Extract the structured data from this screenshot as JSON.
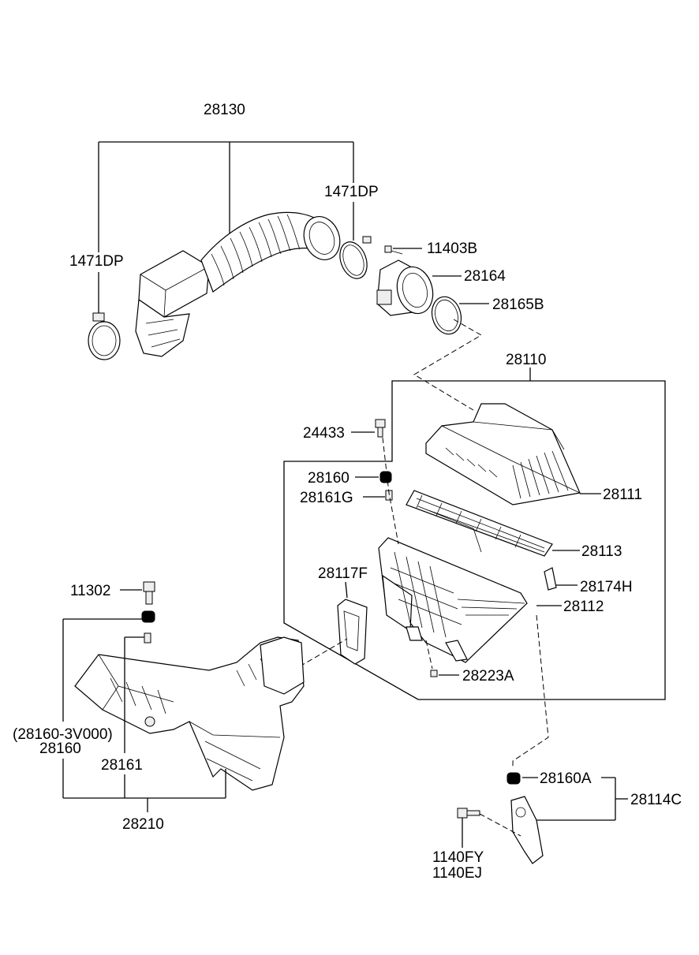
{
  "labels": {
    "p28130": "28130",
    "p1471dp_top": "1471DP",
    "p1471dp_left": "1471DP",
    "p11403b": "11403B",
    "p28164": "28164",
    "p28165b": "28165B",
    "p28110": "28110",
    "p24433": "24433",
    "p28160_upper": "28160",
    "p28161g": "28161G",
    "p28111": "28111",
    "p28113": "28113",
    "p28117f": "28117F",
    "p28174h": "28174H",
    "p28112": "28112",
    "p11302": "11302",
    "p28223a": "28223A",
    "p28160_note": "(28160-3V000)",
    "p28160_lower": "28160",
    "p28161": "28161",
    "p28210": "28210",
    "p28160a": "28160A",
    "p28114c": "28114C",
    "p1140fy": "1140FY",
    "p1140ej": "1140EJ"
  }
}
